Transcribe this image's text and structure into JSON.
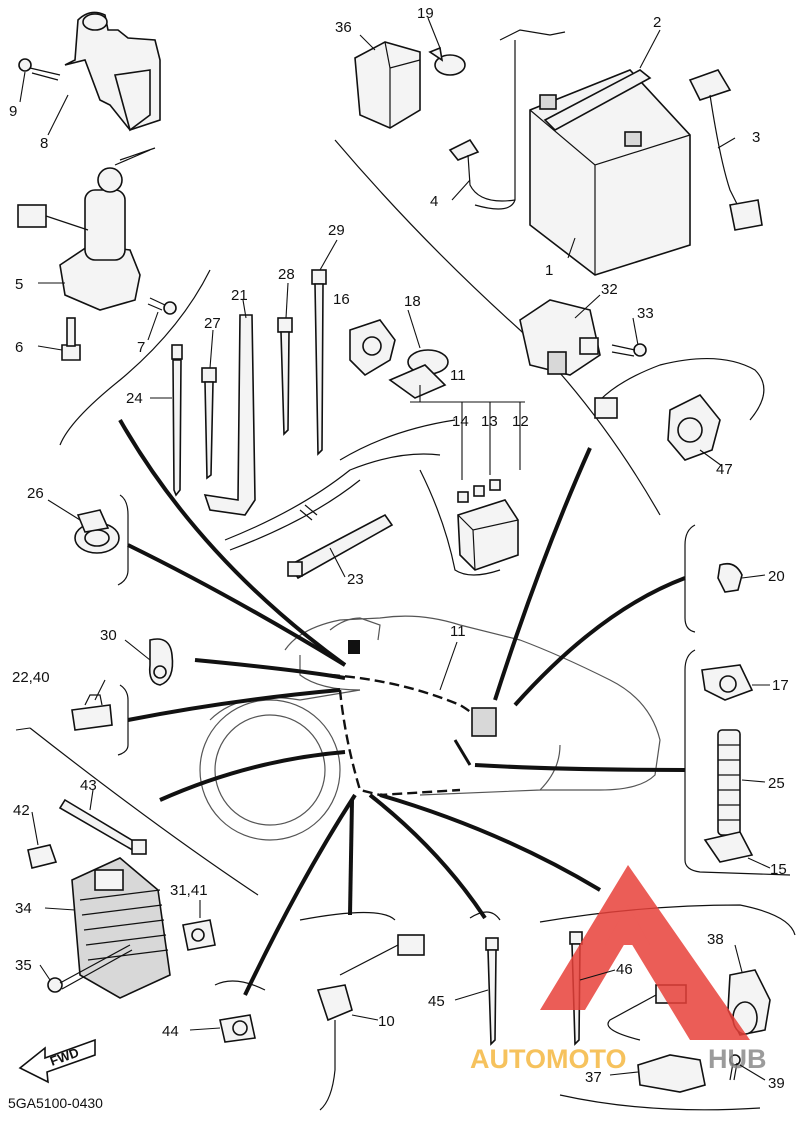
{
  "diagram": {
    "drawing_code": "5GA5100-0430",
    "fwd_label": "FWD",
    "watermark": {
      "brand_left": "AUTOMOTO",
      "brand_right": "HUB",
      "color_left": "#f5b841",
      "color_right": "#8a8a8a",
      "triangle_color": "#e8413a"
    },
    "callouts": {
      "c1": "1",
      "c2": "2",
      "c3": "3",
      "c4": "4",
      "c5": "5",
      "c6": "6",
      "c7": "7",
      "c8": "8",
      "c9": "9",
      "c10": "10",
      "c11a": "11",
      "c11b": "11",
      "c12": "12",
      "c13": "13",
      "c14": "14",
      "c15": "15",
      "c16": "16",
      "c17": "17",
      "c18": "18",
      "c19": "19",
      "c20": "20",
      "c21": "21",
      "c2240": "22,40",
      "c23": "23",
      "c24": "24",
      "c25": "25",
      "c26": "26",
      "c27": "27",
      "c28": "28",
      "c29": "29",
      "c30": "30",
      "c3141": "31,41",
      "c32": "32",
      "c33": "33",
      "c34": "34",
      "c35": "35",
      "c36": "36",
      "c37": "37",
      "c38": "38",
      "c39": "39",
      "c42": "42",
      "c43": "43",
      "c44": "44",
      "c45": "45",
      "c46": "46",
      "c47": "47"
    }
  }
}
